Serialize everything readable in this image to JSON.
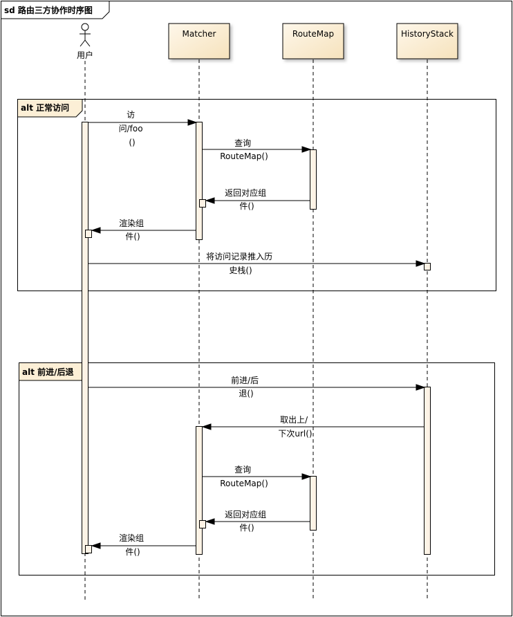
{
  "frame": {
    "keyword": "sd",
    "title": "路由三方协作时序图"
  },
  "participants": {
    "user": "用户",
    "matcher": "Matcher",
    "routemap": "RouteMap",
    "historystack": "HistoryStack"
  },
  "fragments": [
    {
      "operator": "alt",
      "guard": "正常访问"
    },
    {
      "operator": "alt",
      "guard": "前进/后退"
    }
  ],
  "messages": [
    {
      "lines": [
        "访",
        "问/foo",
        "()"
      ]
    },
    {
      "lines": [
        "查询",
        "RouteMap()"
      ]
    },
    {
      "lines": [
        "返回对应组",
        "件()"
      ]
    },
    {
      "lines": [
        "渲染组",
        "件()"
      ]
    },
    {
      "lines": [
        "将访问记录推入历",
        "史栈()"
      ]
    },
    {
      "lines": [
        "前进/后",
        "退()"
      ]
    },
    {
      "lines": [
        "取出上/",
        "下次url()"
      ]
    },
    {
      "lines": [
        "查询",
        "RouteMap()"
      ]
    },
    {
      "lines": [
        "返回对应组",
        "件()"
      ]
    },
    {
      "lines": [
        "渲染组",
        "件()"
      ]
    }
  ],
  "colors": {
    "participant_fill": "#FCEFD6",
    "activation_fill": "#FDF3E6",
    "line": "#000000"
  }
}
